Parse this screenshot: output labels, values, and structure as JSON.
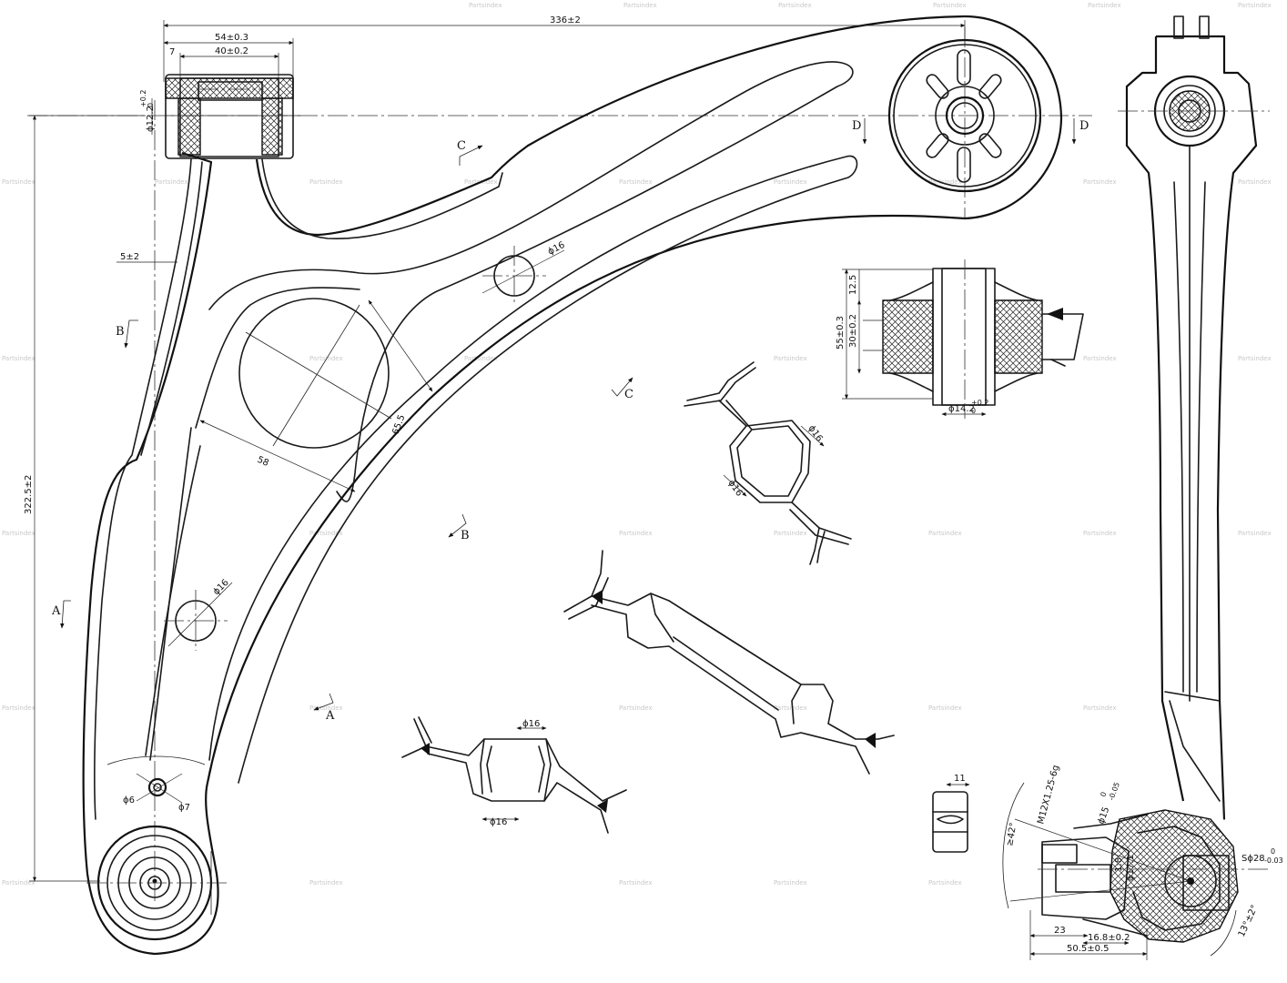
{
  "dimensions": {
    "overall_length": "336±2",
    "bush_length": "54±0.3",
    "bush_inner_length": "40±0.2",
    "bush_offset": "7",
    "bush_bore_main": "ϕ12.2",
    "bush_bore_tol": "+0.2",
    "bush_bore_tol_lower": "0",
    "offset_5": "5±2",
    "vertical_height": "322.5±2",
    "hole_16": "ϕ16",
    "hole_6": "ϕ6",
    "hole_7": "ϕ7",
    "cutout_65": "65.5",
    "cutout_58": "58",
    "bush2_total": "55±0.3",
    "bush2_inner": "30±0.2",
    "bush2_top": "12.5",
    "bush2_bore": "ϕ14.2",
    "bush2_bore_tol": "+0.2",
    "bush2_bore_tol_lower": "0",
    "nut_width": "11",
    "thread": "M12X1.25-6g",
    "ball_15": "ϕ15",
    "ball_15_tol_upper": "0",
    "ball_15_tol": "-0.05",
    "ball_17": "ϕ17.1",
    "taper": "1:8",
    "angle_42": "≥42°",
    "sphere": "Sϕ28",
    "sphere_tol_upper": "0",
    "sphere_tol": "-0.03",
    "len_23": "23",
    "len_16_8": "16.8±0.2",
    "len_50_5": "50.5±0.5",
    "angle_13": "13°±2°"
  },
  "views": {
    "A": "A",
    "B": "B",
    "C": "C",
    "D": "D"
  },
  "watermark": "Partsindex"
}
